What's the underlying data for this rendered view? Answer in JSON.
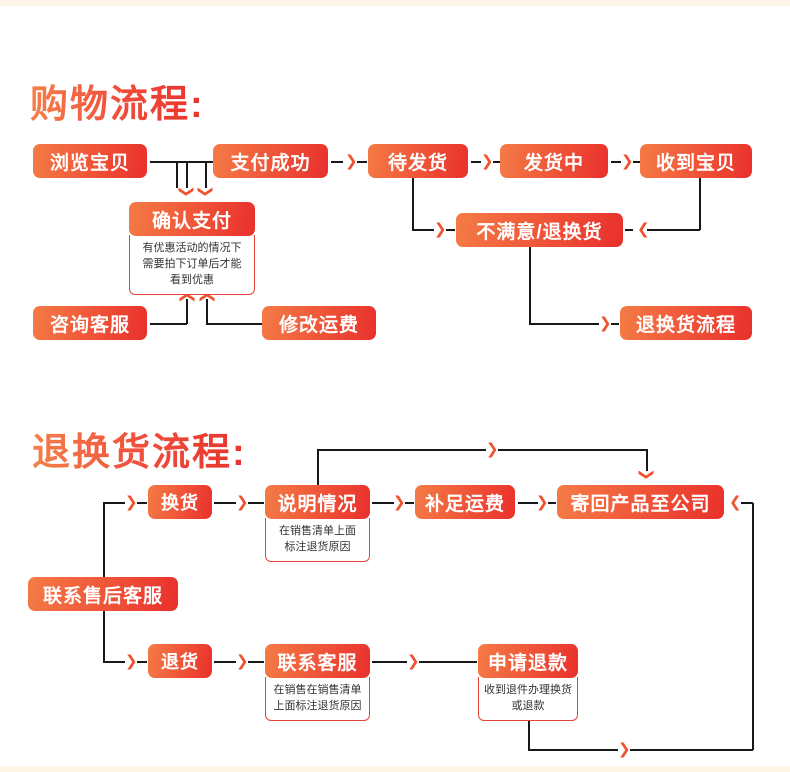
{
  "page": {
    "top_strip_color": "#fdf6e6",
    "panel_bg": "#eeeeee",
    "accent_start": "#f47b46",
    "accent_end": "#e9302c",
    "line_color": "#16181a",
    "chevron_color": "#f0522f"
  },
  "shopping": {
    "title": "购物流程:",
    "nodes": {
      "browse": "浏览宝贝",
      "pay_success": "支付成功",
      "pending_ship": "待发货",
      "shipping": "发货中",
      "received": "收到宝贝",
      "confirm_pay": "确认支付",
      "confirm_pay_note": "有优惠活动的情况下需要拍下订单后才能看到优惠",
      "confirm_pay_note_lines": [
        "有优惠活动的情况下",
        "需要拍下订单后才能",
        "看到优惠"
      ],
      "contact_service": "咨询客服",
      "modify_freight": "修改运费",
      "unsatisfied": "不满意/退换货",
      "return_flow": "退换货流程"
    }
  },
  "returns": {
    "title": "退换货流程:",
    "nodes": {
      "contact_aftersales": "联系售后客服",
      "exchange": "换货",
      "explain": "说明情况",
      "explain_note_lines": [
        "在销售清单上面",
        "标注退货原因"
      ],
      "make_up_freight": "补足运费",
      "send_back": "寄回产品至公司",
      "refund_return": "退货",
      "contact_cs": "联系客服",
      "contact_cs_note_lines": [
        "在销售在销售清单",
        "上面标注退货原因"
      ],
      "apply_refund": "申请退款",
      "apply_refund_note_lines": [
        "收到退件办理换货",
        "或退款"
      ]
    }
  }
}
